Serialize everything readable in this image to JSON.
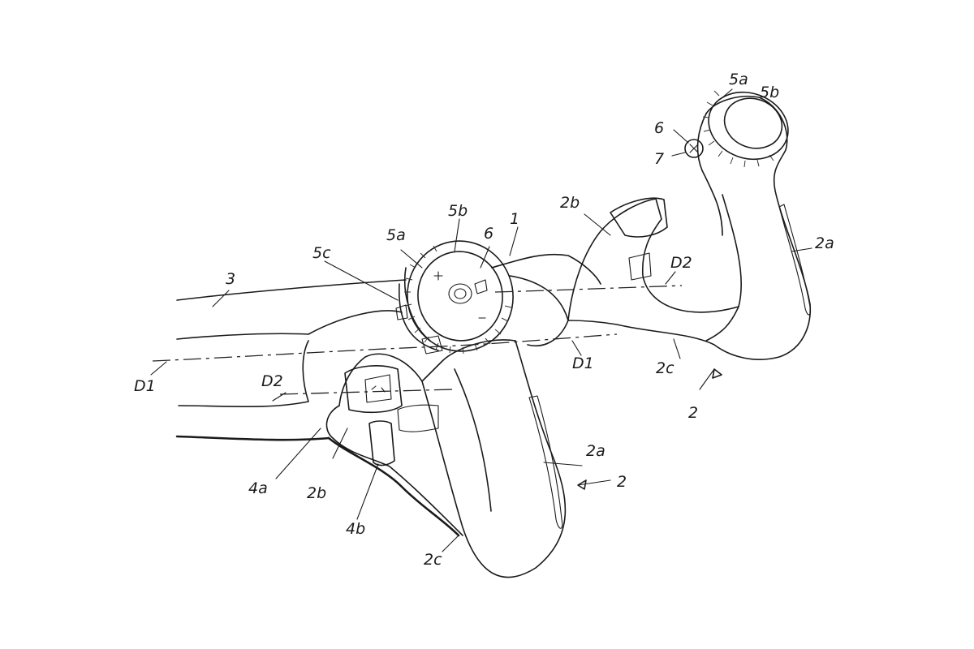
{
  "labels": {
    "l1": "1",
    "l2_lower": "2",
    "l2_upper": "2",
    "l2a_lower": "2a",
    "l2a_upper": "2a",
    "l2b_lower": "2b",
    "l2b_upper": "2b",
    "l2c_lower": "2c",
    "l2c_upper": "2c",
    "l3": "3",
    "l4a": "4a",
    "l4b": "4b",
    "l5a_front": "5a",
    "l5b_front": "5b",
    "l5c": "5c",
    "l6_front": "6",
    "l5a_back": "5a",
    "l5b_back": "5b",
    "l6_back": "6",
    "l7": "7",
    "lD1_left": "D1",
    "lD1_right": "D1",
    "lD2_left": "D2",
    "lD2_right": "D2"
  },
  "line_color": "#1a1a1a",
  "background": "#ffffff"
}
